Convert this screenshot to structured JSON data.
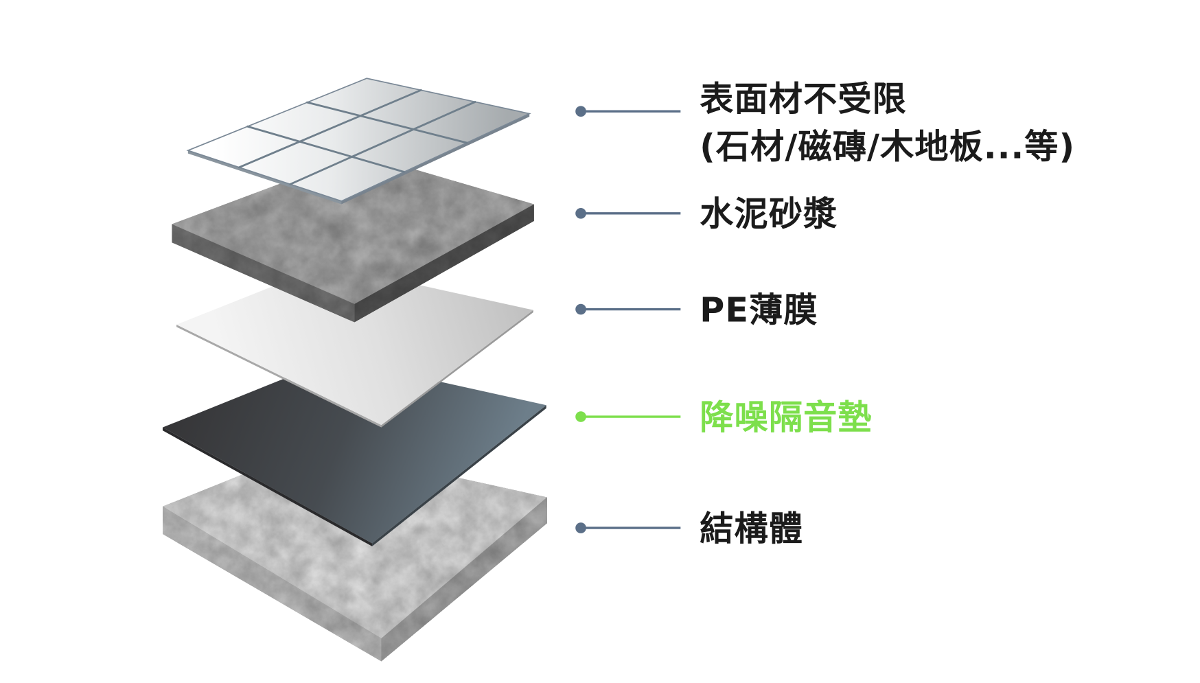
{
  "layers": [
    {
      "label": [
        "表面材不受限",
        "(石材/磁磚/木地板...等)"
      ],
      "highlight": false
    },
    {
      "label": [
        "水泥砂漿"
      ],
      "highlight": false
    },
    {
      "label": [
        "PE薄膜"
      ],
      "highlight": false
    },
    {
      "label": [
        "降噪隔音墊"
      ],
      "highlight": true
    },
    {
      "label": [
        "結構體"
      ],
      "highlight": false
    }
  ],
  "colors": {
    "label_text": "#1b1b1b",
    "leader_line": "#5b6f88",
    "highlight": "#7ddf4c",
    "background": "#ffffff"
  }
}
